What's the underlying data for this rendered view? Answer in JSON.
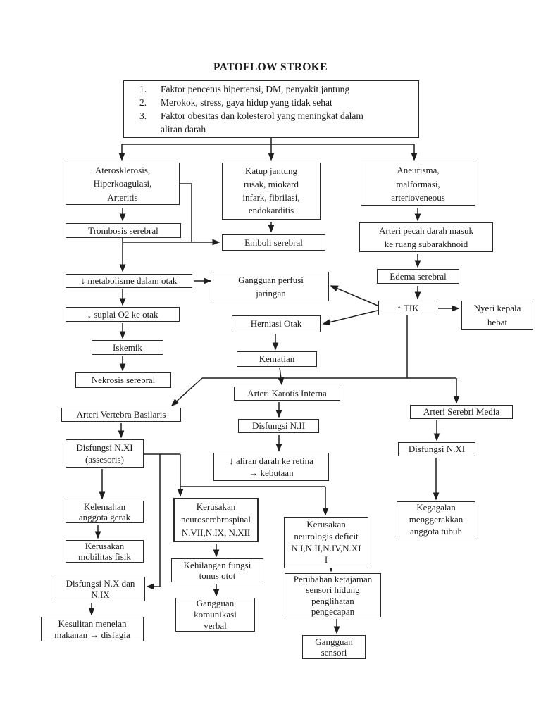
{
  "page": {
    "title": "PATOFLOW STROKE"
  },
  "colors": {
    "ink": "#1a1a1a",
    "background": "#ffffff"
  },
  "factors": {
    "items": [
      {
        "num": "1.",
        "text": "Faktor pencetus hipertensi, DM, penyakit jantung"
      },
      {
        "num": "2.",
        "text": "Merokok, stress, gaya hidup yang tidak sehat"
      },
      {
        "num": "3.",
        "text": "Faktor obesitas dan kolesterol yang meningkat dalam\naliran darah"
      }
    ]
  },
  "nodes": {
    "aterosklerosis": "Aterosklerosis,\nHiperkoagulasi,\nArteritis",
    "katup": "Katup jantung\nrusak, miokard\ninfark, fibrilasi,\nendokarditis",
    "aneurisma": "Aneurisma,\nmalformasi,\narterioveneous",
    "trombosis": "Trombosis serebral",
    "emboli": "Emboli serebral",
    "arteri_pecah": "Arteri pecah darah masuk\nke ruang subarakhnoid",
    "edema": "Edema serebral",
    "tik": "↑ TIK",
    "nyeri": "Nyeri kepala\nhebat",
    "metabolisme": "↓ metabolisme dalam otak",
    "gangguan_perfusi": "Gangguan perfusi\njaringan",
    "suplai": "↓ suplai O2 ke otak",
    "herniasi": "Herniasi Otak",
    "iskemik": "Iskemik",
    "kematian": "Kematian",
    "nekrosis": "Nekrosis serebral",
    "karotis": "Arteri Karotis Interna",
    "vertebra": "Arteri Vertebra Basilaris",
    "serebri_media": "Arteri Serebri Media",
    "disfungsi_nxi_assesoris": "Disfungsi N.XI\n(assesoris)",
    "disfungsi_nii": "Disfungsi N.II",
    "disfungsi_nxi_media": "Disfungsi N.XI",
    "aliran_retina": "↓ aliran darah ke retina\n→ kebutaan",
    "kegagalan": "Kegagalan\nmenggerakkan\nanggota tubuh",
    "kelemahan": "Kelemahan\nanggota gerak",
    "mobilitas": "Kerusakan\nmobilitas fisik",
    "disfungsi_nx_nix": "Disfungsi N.X dan\nN.IX",
    "kesulitan": "Kesulitan menelan\nmakanan → disfagia",
    "neuroserebrospinal": "Kerusakan\nneuroserebrospinal\nN.VII,N.IX, N.XII",
    "kehilangan": "Kehilangan fungsi\ntonus otot",
    "komunikasi": "Gangguan\nkomunikasi\nverbal",
    "neurologis": "Kerusakan\nneurologis deficit\nN.I,N.II,N.IV,N.XI\nI",
    "perubahan": "Perubahan ketajaman\nsensori hidung\npenglihatan\npengecapan",
    "sensori": "Gangguan\nsensori"
  },
  "edges": [
    "faktor-pencetus -> aterosklerosis",
    "faktor-pencetus -> katup-jantung",
    "faktor-pencetus -> aneurisma",
    "aterosklerosis -> trombosis-serebral",
    "aterosklerosis -> emboli-serebral",
    "katup-jantung -> emboli-serebral",
    "trombosis-serebral -> metabolisme-dalam-otak",
    "aneurisma -> arteri-pecah",
    "arteri-pecah -> edema-serebral",
    "edema-serebral -> tik",
    "tik -> nyeri-kepala-hebat",
    "tik -> gangguan-perfusi-jaringan",
    "tik -> herniasi-otak",
    "metabolisme-dalam-otak -> gangguan-perfusi-jaringan",
    "metabolisme-dalam-otak -> suplai-o2",
    "suplai-o2 -> iskemik",
    "iskemik -> nekrosis-serebral",
    "herniasi-otak -> kematian",
    "tik -> arteri-vertebra-basilaris",
    "tik -> arteri-karotis-interna",
    "tik -> arteri-serebri-media",
    "arteri-karotis-interna -> disfungsi-nii",
    "disfungsi-nii -> aliran-darah-ke-retina",
    "arteri-vertebra-basilaris -> disfungsi-nxi-assesoris",
    "disfungsi-nxi-assesoris -> kelemahan-anggota-gerak",
    "kelemahan-anggota-gerak -> kerusakan-mobilitas-fisik",
    "disfungsi-nxi-assesoris -> kerusakan-neuroserebrospinal",
    "disfungsi-nxi-assesoris -> disfungsi-nx-nix",
    "disfungsi-nxi-assesoris -> kerusakan-neurologis-deficit",
    "disfungsi-nx-nix -> kesulitan-menelan",
    "kerusakan-neuroserebrospinal -> kehilangan-fungsi-tonus-otot",
    "kehilangan-fungsi-tonus-otot -> gangguan-komunikasi-verbal",
    "kerusakan-neurologis-deficit -> perubahan-ketajaman-sensori",
    "perubahan-ketajaman-sensori -> gangguan-sensori",
    "arteri-serebri-media -> disfungsi-nxi-media",
    "disfungsi-nxi-media -> kegagalan-menggerakkan-anggota-tubuh"
  ]
}
